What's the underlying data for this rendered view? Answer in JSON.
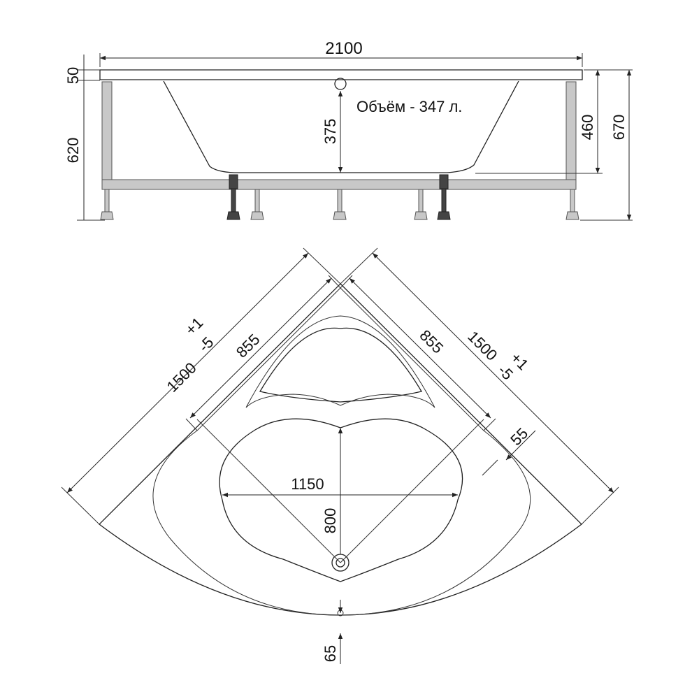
{
  "side_view": {
    "width_label": "2100",
    "rim_label": "50",
    "leg_height_label": "620",
    "depth_label": "375",
    "volume_label": "Объём - 347 л.",
    "inner_height_label": "460",
    "total_height_label": "670"
  },
  "top_view": {
    "left_outer_label": "1500",
    "left_tol_plus": "+1",
    "left_tol_minus": "-5",
    "left_inner_label": "855",
    "right_inner_label": "855",
    "right_outer_label": "1500",
    "right_tol_minus": "-5",
    "right_tol_plus": "+1",
    "rim_offset_label": "55",
    "bowl_width_label": "1150",
    "bowl_length_label": "800",
    "bottom_offset_label": "65"
  }
}
